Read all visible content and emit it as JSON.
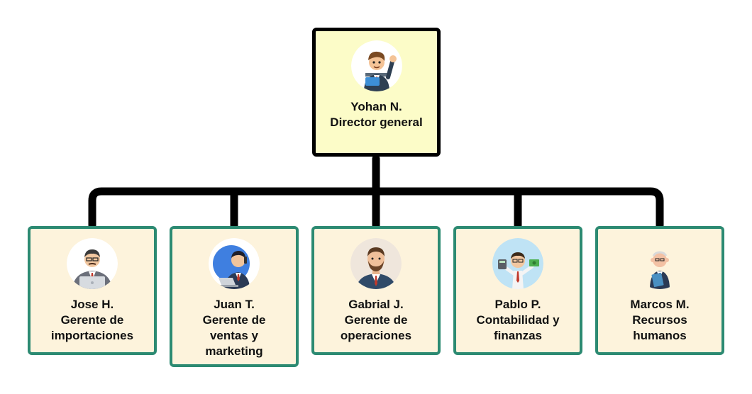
{
  "root": {
    "name": "Yohan N.",
    "role": "Director general",
    "avatar": "waving-manager-icon"
  },
  "children": [
    {
      "name": "Jose H.",
      "role_lines": [
        "Gerente de",
        "importaciones"
      ],
      "avatar": "laptop-businessman-icon"
    },
    {
      "name": "Juan T.",
      "role_lines": [
        "Gerente de",
        "ventas y",
        "marketing"
      ],
      "avatar": "phone-laptop-man-icon"
    },
    {
      "name": "Gabrial J.",
      "role_lines": [
        "Gerente de",
        "operaciones"
      ],
      "avatar": "bearded-man-icon"
    },
    {
      "name": "Pablo P.",
      "role_lines": [
        "Contabilidad y",
        "finanzas"
      ],
      "avatar": "calculator-money-man-icon"
    },
    {
      "name": "Marcos M.",
      "role_lines": [
        "Recursos",
        "humanos"
      ],
      "avatar": "clipboard-man-icon"
    }
  ],
  "colors": {
    "root_fill": "#fcfcc8",
    "root_border": "#000000",
    "child_fill": "#fdf3dc",
    "child_border": "#2c8a72",
    "connector": "#000000"
  }
}
